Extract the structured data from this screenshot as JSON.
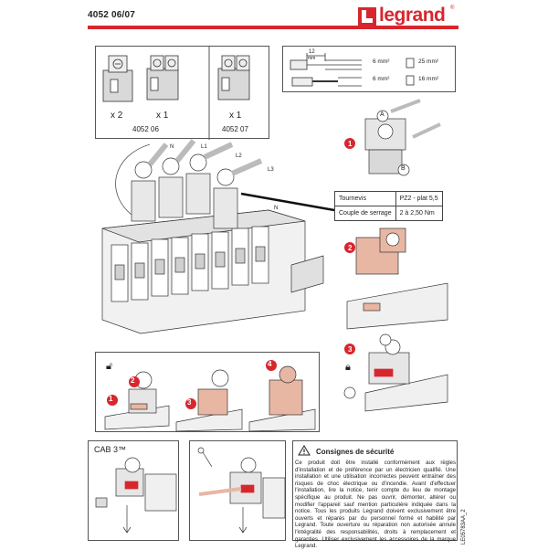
{
  "header": {
    "reference": "4052 06/07",
    "brand": "legrand",
    "brand_mark": "®",
    "accent_color": "#d8262e"
  },
  "products": {
    "variant_a": {
      "qty_a": "x 2",
      "qty_b": "x 1",
      "code": "4052 06"
    },
    "variant_b": {
      "qty": "x 1",
      "code": "4052 07"
    }
  },
  "cables": {
    "strip_length": "12",
    "strip_unit": "mm",
    "row1": {
      "min": "6 mm²",
      "max": "25 mm²"
    },
    "row2": {
      "min": "6 mm²",
      "max": "16 mm²"
    }
  },
  "main_diagram": {
    "phase_labels": [
      "N",
      "L1",
      "L2",
      "L3",
      "N"
    ]
  },
  "specs": [
    {
      "label": "Tournevis",
      "value": "PZ2 - plat 5,5"
    },
    {
      "label": "Couple de serrage",
      "value": "2 à 2,50 Nm"
    }
  ],
  "steps_right": {
    "step1": "1",
    "step2": "2",
    "step3": "3",
    "label_a": "A",
    "label_b": "B"
  },
  "steps_bottom": [
    "1",
    "2",
    "3",
    "4"
  ],
  "cab": {
    "title": "CAB 3™"
  },
  "safety": {
    "title": "Consignes de sécurité",
    "body": "Ce produit doit être installé conformément aux règles d'installation et de préférence par un électricien qualifié. Une installation et une utilisation incorrectes peuvent entraîner des risques de choc électrique ou d'incendie. Avant d'effectuer l'installation, lire la notice, tenir compte du lieu de montage spécifique au produit. Ne pas ouvrir, démonter, altérer ou modifier l'appareil sauf mention particulière indiquée dans la notice. Tous les produits Legrand doivent exclusivement être ouverts et réparés par du personnel formé et habilité par Legrand. Toute ouverture ou réparation non autorisée annule l'intégralité des responsabilités, droits à remplacement et garanties. Utiliser exclusivement les accessoires de la marque Legrand."
  },
  "side_code": "LE05783AA_2"
}
